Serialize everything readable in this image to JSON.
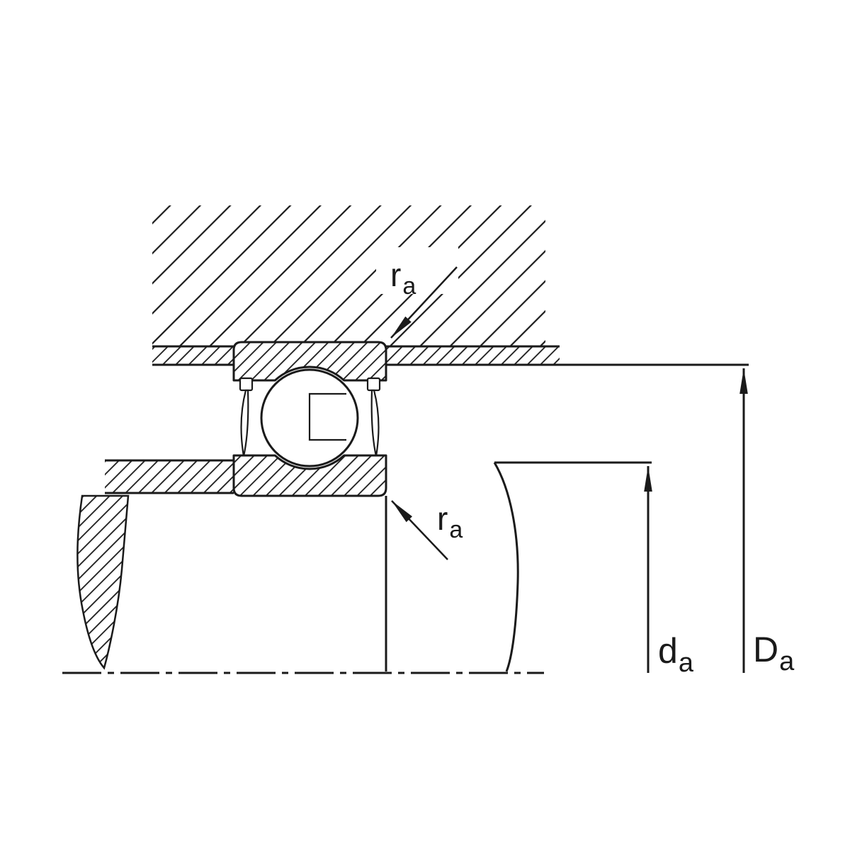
{
  "diagram": {
    "labels": {
      "fillet_top": {
        "symbol": "r",
        "sub": "a"
      },
      "fillet_bottom": {
        "symbol": "r",
        "sub": "a"
      },
      "shaft_abutment_diameter": {
        "symbol": "d",
        "sub": "a"
      },
      "housing_abutment_diameter": {
        "symbol": "D",
        "sub": "a"
      }
    },
    "colors": {
      "line": "#1a1a1a",
      "background": "#ffffff"
    }
  }
}
